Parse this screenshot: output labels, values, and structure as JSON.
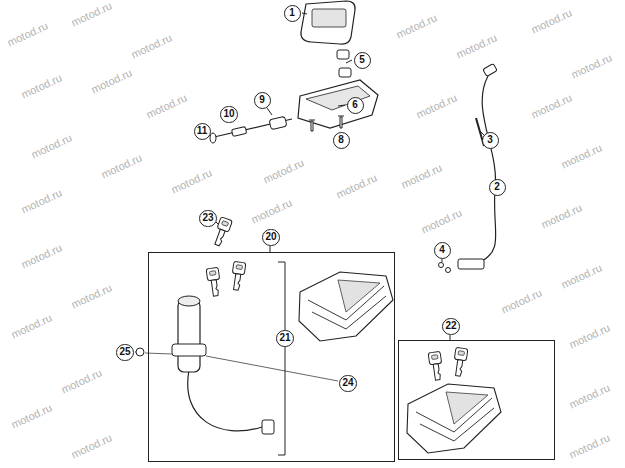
{
  "diagram": {
    "nodes": [
      {
        "text": [
          "20"
        ]
      },
      {
        "text": [
          "22"
        ]
      }
    ],
    "labels": [
      "1",
      "5",
      "6",
      "11",
      "10",
      "9",
      "8",
      "3",
      "2",
      "23",
      "4",
      "21",
      "25",
      "24",
      "motod.ru",
      "motod.ru",
      "motod.ru",
      "motod.ru",
      "motod.ru",
      "motod.ru",
      "motod.ru",
      "motod.ru",
      "motod.ru",
      "motod.ru",
      "motod.ru",
      "motod.ru",
      "motod.ru",
      "motod.ru",
      "motod.ru",
      "motod.ru",
      "motod.ru",
      "motod.ru",
      "motod.ru",
      "motod.ru",
      "motod.ru",
      "motod.ru",
      "motod.ru",
      "motod.ru",
      "motod.ru",
      "motod.ru",
      "motod.ru",
      "motod.ru",
      "motod.ru",
      "motod.ru",
      "motod.ru",
      "motod.ru",
      "motod.ru",
      "motod.ru"
    ]
  }
}
